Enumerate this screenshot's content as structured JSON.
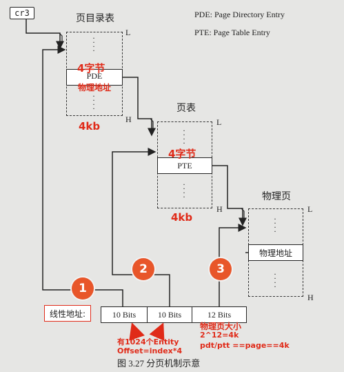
{
  "register": "cr3",
  "legend": {
    "pde": "PDE: Page Directory Entry",
    "pte": "PTE: Page Table Entry"
  },
  "page_directory": {
    "title": "页目录表",
    "low_label": "L",
    "high_label": "H",
    "entry_label": "PDE",
    "entry_size_note": "4字节",
    "entry_content_note": "物理地址",
    "table_size_note": "4kb"
  },
  "page_table": {
    "title": "页表",
    "low_label": "L",
    "high_label": "H",
    "entry_label": "PTE",
    "entry_size_note": "4字节",
    "table_size_note": "4kb"
  },
  "physical_page": {
    "title": "物理页",
    "low_label": "L",
    "high_label": "H",
    "entry_label": "物理地址"
  },
  "linear_address": {
    "label": "线性地址:",
    "fields": [
      "10 Bits",
      "10 Bits",
      "12 Bits"
    ]
  },
  "badges": [
    "1",
    "2",
    "3"
  ],
  "notes": {
    "entity_count": "有1024个Entity",
    "offset_formula": "Offset=index*4",
    "page_size_title": "物理页大小",
    "page_size_calc": "2^12=4k",
    "page_size_eq": "pdt/ptt ==page==4k"
  },
  "caption": "图 3.27  分页机制示意",
  "colors": {
    "annotation": "#e02a18",
    "badge": "#e8562a",
    "background": "#e6e6e4"
  }
}
